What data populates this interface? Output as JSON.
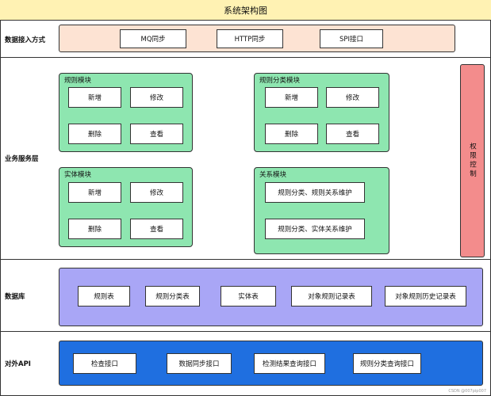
{
  "title": "系统架构图",
  "layers": {
    "access": {
      "label": "数据接入方式",
      "items": [
        "MQ同步",
        "HTTP同步",
        "SPI接口"
      ]
    },
    "business": {
      "label": "业务服务层",
      "modules": [
        {
          "title": "规则模块",
          "buttons": [
            "新增",
            "修改",
            "删除",
            "查看"
          ]
        },
        {
          "title": "规则分类模块",
          "buttons": [
            "新增",
            "修改",
            "删除",
            "查看"
          ]
        },
        {
          "title": "实体模块",
          "buttons": [
            "新增",
            "修改",
            "删除",
            "查看"
          ]
        },
        {
          "title": "关系模块",
          "buttons": [
            "规则分类、规则关系维护",
            "规则分类、实体关系维护"
          ]
        }
      ],
      "permission": "权限控制"
    },
    "database": {
      "label": "数据库",
      "items": [
        "规则表",
        "规则分类表",
        "实体表",
        "对象规则记录表",
        "对象规则历史记录表"
      ]
    },
    "api": {
      "label": "对外API",
      "items": [
        "检查接口",
        "数据同步接口",
        "检测结果查询接口",
        "规则分类查询接口"
      ]
    }
  },
  "colors": {
    "title_bg": "#fff2b3",
    "access_bg": "#fde3d3",
    "module_bg": "#8ee6b0",
    "permission_bg": "#f38c8c",
    "database_bg": "#a9a6f6",
    "api_bg": "#1f6fe0"
  },
  "watermark": "CSDN @007pip007"
}
